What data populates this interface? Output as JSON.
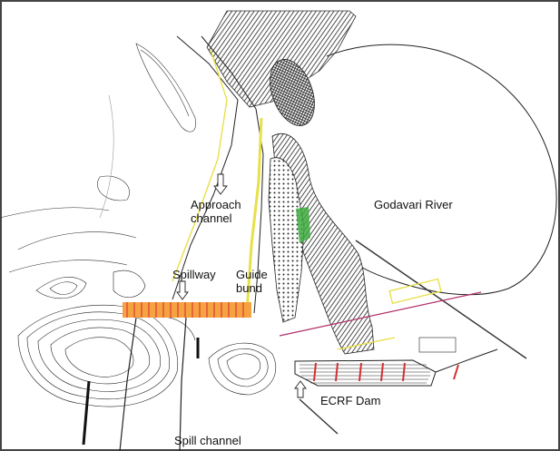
{
  "labels": {
    "approach_channel_line1": "Approach",
    "approach_channel_line2": "channel",
    "godavari_river": "Godavari River",
    "spillway": "Spillway",
    "guide_bund_line1": "Guide",
    "guide_bund_line2": "bund",
    "ecrf_dam": "ECRF Dam",
    "spill_channel": "Spill channel"
  },
  "colors": {
    "outline": "#222222",
    "spillway_band": "#f4a340",
    "spillway_gates": "#e03a3a",
    "dam_marks": "#d23030",
    "alignment_yellow": "#e8e04a",
    "green_patch": "#3daa3d",
    "pink_line": "#b0306a"
  },
  "icons": {
    "approach_arrow": "down-arrow-outline-icon",
    "spillway_arrow": "down-arrow-outline-icon",
    "dam_arrow": "up-arrow-outline-icon"
  }
}
